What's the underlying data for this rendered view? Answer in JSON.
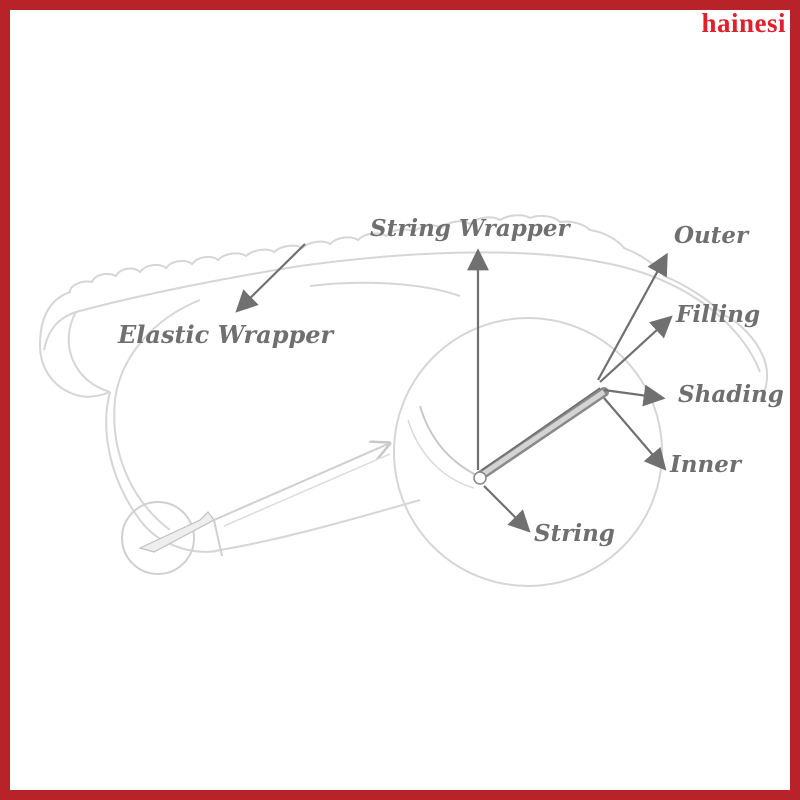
{
  "brand": {
    "text": "hainesi",
    "color": "#e0202a"
  },
  "frame_color": "#b8232a",
  "labels": {
    "string_wrapper": "String Wrapper",
    "elastic_wrapper": "Elastic Wrapper",
    "outer": "Outer",
    "filling": "Filling",
    "shading": "Shading",
    "inner": "Inner",
    "string": "String"
  }
}
